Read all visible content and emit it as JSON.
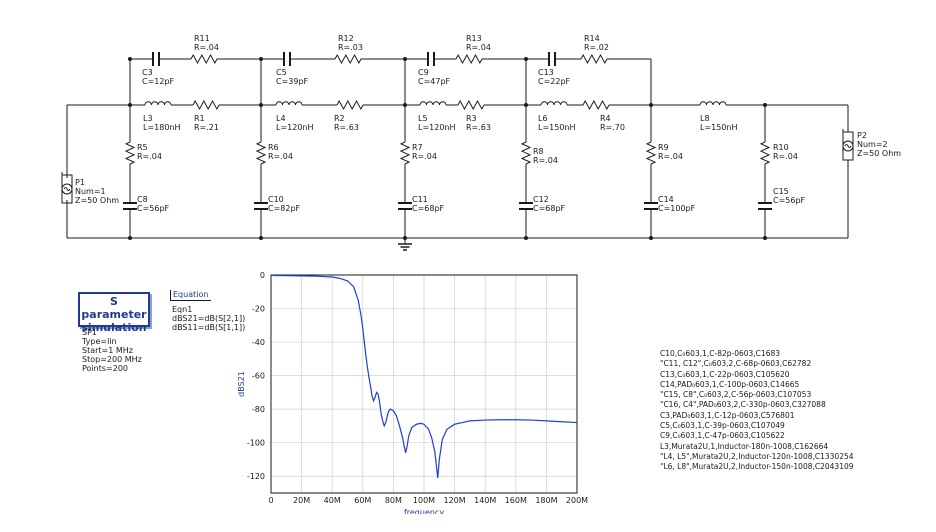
{
  "components": [
    {
      "id": "C3",
      "label": "C3",
      "value": "C=12pF"
    },
    {
      "id": "C5",
      "label": "C5",
      "value": "C=39pF"
    },
    {
      "id": "C9",
      "label": "C9",
      "value": "C=47pF"
    },
    {
      "id": "C13",
      "label": "C13",
      "value": "C=22pF"
    },
    {
      "id": "R11",
      "label": "R11",
      "value": "R=.04"
    },
    {
      "id": "R12",
      "label": "R12",
      "value": "R=.03"
    },
    {
      "id": "R13",
      "label": "R13",
      "value": "R=.04"
    },
    {
      "id": "R14",
      "label": "R14",
      "value": "R=.02"
    },
    {
      "id": "L3",
      "label": "L3",
      "value": "L=180nH"
    },
    {
      "id": "L4",
      "label": "L4",
      "value": "L=120nH"
    },
    {
      "id": "L5",
      "label": "L5",
      "value": "L=120nH"
    },
    {
      "id": "L6",
      "label": "L6",
      "value": "L=150nH"
    },
    {
      "id": "L8",
      "label": "L8",
      "value": "L=150nH"
    },
    {
      "id": "R1",
      "label": "R1",
      "value": "R=.21"
    },
    {
      "id": "R2",
      "label": "R2",
      "value": "R=.63"
    },
    {
      "id": "R3",
      "label": "R3",
      "value": "R=.63"
    },
    {
      "id": "R4",
      "label": "R4",
      "value": "R=.70"
    },
    {
      "id": "R5",
      "label": "R5",
      "value": "R=.04"
    },
    {
      "id": "R6",
      "label": "R6",
      "value": "R=.04"
    },
    {
      "id": "R7",
      "label": "R7",
      "value": "R=.04"
    },
    {
      "id": "R8",
      "label": "R8",
      "value": "R=.04"
    },
    {
      "id": "R9",
      "label": "R9",
      "value": "R=.04"
    },
    {
      "id": "R10",
      "label": "R10",
      "value": "R=.04"
    },
    {
      "id": "C8",
      "label": "C8",
      "value": "C=56pF"
    },
    {
      "id": "C10",
      "label": "C10",
      "value": "C=82pF"
    },
    {
      "id": "C11",
      "label": "C11",
      "value": "C=68pF"
    },
    {
      "id": "C12",
      "label": "C12",
      "value": "C=68pF"
    },
    {
      "id": "C14",
      "label": "C14",
      "value": "C=100pF"
    },
    {
      "id": "C15",
      "label": "C15",
      "value": "C=56pF"
    }
  ],
  "ports": [
    {
      "label": "P1",
      "num": "Num=1",
      "z": "Z=50 Ohm"
    },
    {
      "label": "P2",
      "num": "Num=2",
      "z": "Z=50 Ohm"
    }
  ],
  "simulation": {
    "title_line1": "S parameter",
    "title_line2": "simulation",
    "props": [
      "SP1",
      "Type=lin",
      "Start=1 MHz",
      "Stop=200 MHz",
      "Points=200"
    ]
  },
  "equation": {
    "header": "Equation",
    "lines": [
      "Eqn1",
      "dBS21=dB(S[2,1])",
      "dBS11=dB(S[1,1])"
    ]
  },
  "bom": [
    "C10,C₀603,1,C-82p-0603,C1683",
    "\"C11, C12\",C₀603,2,C-68p-0603,C62782",
    "C13,C₀603,1,C-22p-0603,C105620",
    "C14,PAD₀603,1,C-100p-0603,C14665",
    "\"C15, C8\",C₀603,2,C-56p-0603,C107053",
    "\"C16, C4\",PAD₀603,2,C-330p-0603,C327088",
    "C3,PAD₀603,1,C-12p-0603,C576801",
    "C5,C₀603,1,C-39p-0603,C107049",
    "C9,C₀603,1,C-47p-0603,C105622",
    "L3,Murata2U,1,Inductor-180n-1008,C162664",
    "\"L4, L5\",Murata2U,2,Inductor-120n-1008,C1330254",
    "\"L6, L8\",Murata2U,2,Inductor-150n-1008,C2043109"
  ],
  "colors": {
    "wire": "#1a1a1a",
    "accent": "#1f3a93",
    "trace": "#1f3fd0",
    "grid": "#d0d0d0",
    "port": "#1a1a1a"
  },
  "chart_data": {
    "type": "line",
    "xlabel": "frequency",
    "ylabel": "dBS21",
    "xlim": [
      0,
      200
    ],
    "ylim": [
      -130,
      0
    ],
    "x_ticks": [
      "0",
      "20M",
      "40M",
      "60M",
      "80M",
      "100M",
      "120M",
      "140M",
      "160M",
      "180M",
      "200M"
    ],
    "y_ticks": [
      "0",
      "-20",
      "-40",
      "-60",
      "-80",
      "-100",
      "-120"
    ],
    "grid": true,
    "series": [
      {
        "name": "dBS21",
        "x": [
          1,
          10,
          20,
          30,
          40,
          45,
          50,
          54,
          57,
          59,
          60,
          61,
          62,
          63,
          64,
          65,
          66,
          67,
          68,
          69,
          70,
          71,
          72,
          73,
          74,
          75,
          76,
          77,
          78,
          80,
          82,
          84,
          86,
          87,
          88,
          89,
          90,
          92,
          95,
          98,
          100,
          103,
          105,
          107,
          108,
          109,
          110,
          112,
          115,
          120,
          125,
          130,
          140,
          150,
          160,
          170,
          180,
          190,
          200
        ],
        "y": [
          -0.3,
          -0.4,
          -0.5,
          -0.7,
          -1.2,
          -2,
          -3.5,
          -7,
          -15,
          -25,
          -32,
          -40,
          -48,
          -55,
          -61,
          -66,
          -72,
          -75,
          -73,
          -70,
          -71,
          -76,
          -83,
          -87,
          -90,
          -88,
          -84,
          -81,
          -80,
          -81,
          -84,
          -90,
          -97,
          -102,
          -106,
          -102,
          -96,
          -91,
          -89,
          -88.5,
          -89,
          -92,
          -97,
          -105,
          -113,
          -121,
          -110,
          -98,
          -92,
          -89,
          -88,
          -87,
          -86.5,
          -86.3,
          -86.3,
          -86.5,
          -87,
          -87.5,
          -88
        ]
      }
    ]
  }
}
